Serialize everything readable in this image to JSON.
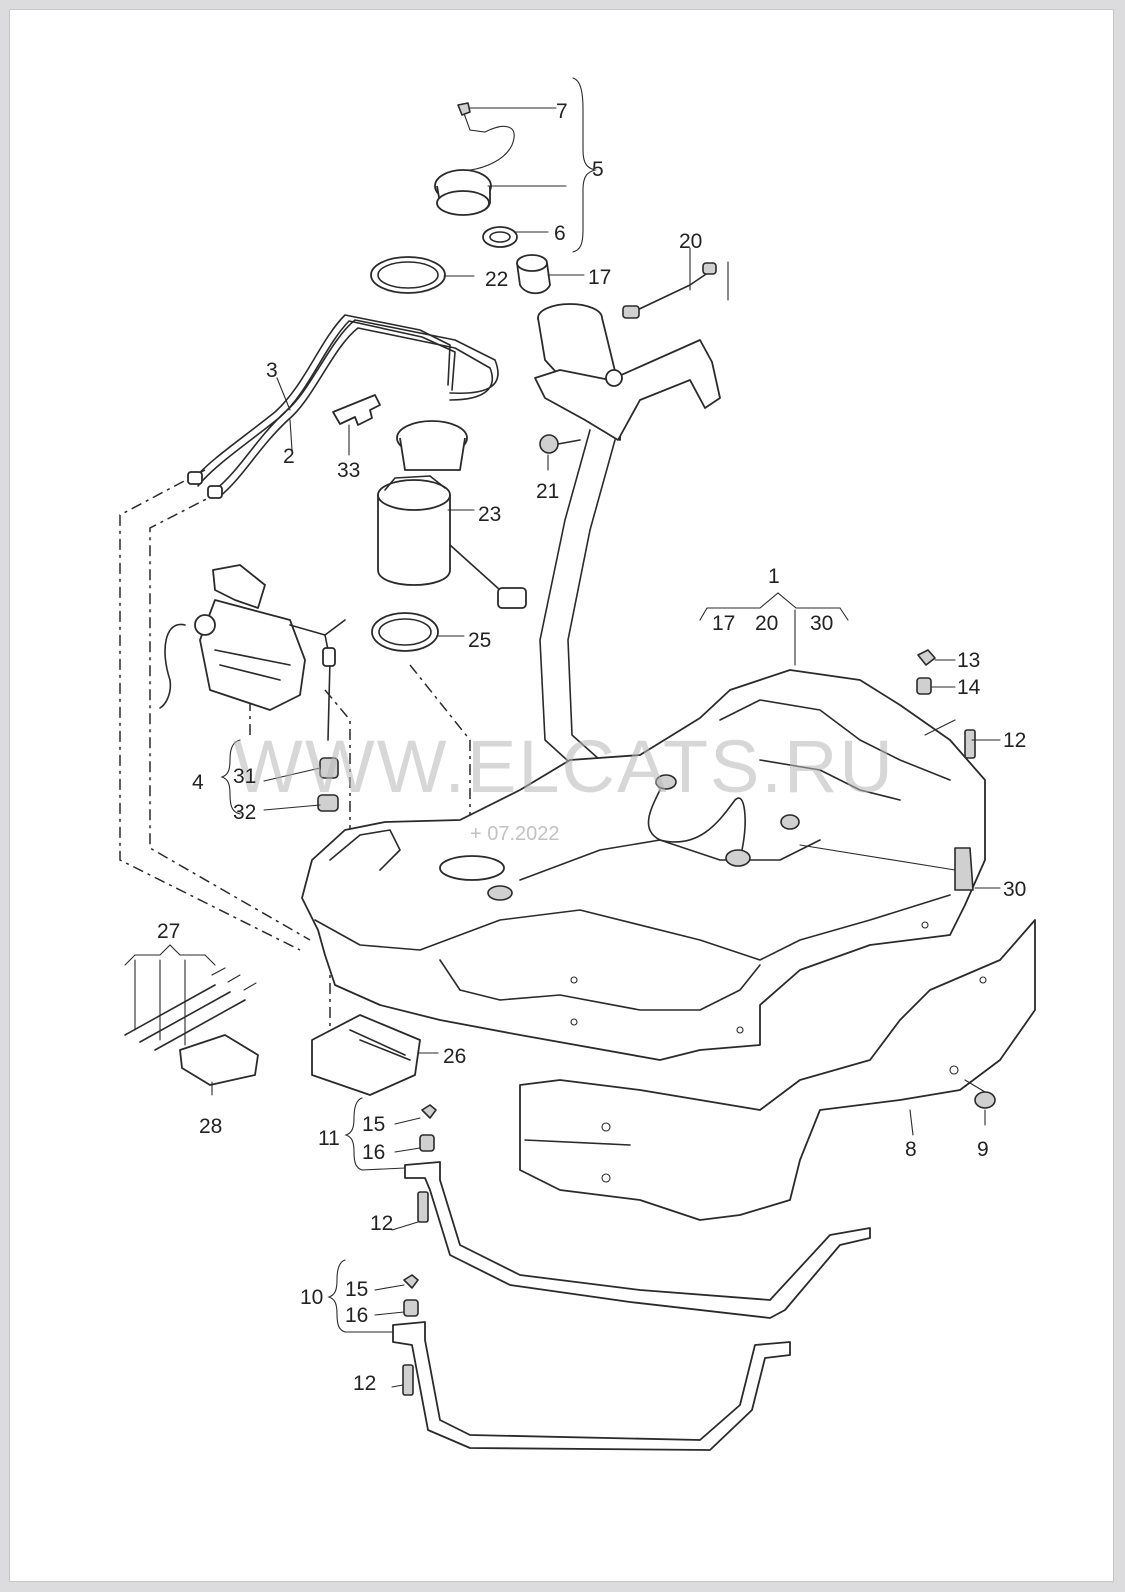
{
  "watermark": {
    "text": "WWW.ELCATS.RU",
    "stamp": "+ 07.2022"
  },
  "labels": {
    "l1": "1",
    "l17a": "17",
    "l20a": "20",
    "l30a": "30",
    "l2": "2",
    "l3": "3",
    "l4": "4",
    "l5": "5",
    "l6": "6",
    "l7": "7",
    "l8": "8",
    "l9": "9",
    "l10": "10",
    "l11": "11",
    "l12a": "12",
    "l12b": "12",
    "l12c": "12",
    "l13": "13",
    "l14": "14",
    "l15a": "15",
    "l15b": "15",
    "l16a": "16",
    "l16b": "16",
    "l17b": "17",
    "l20b": "20",
    "l21": "21",
    "l22": "22",
    "l23": "23",
    "l25": "25",
    "l26": "26",
    "l27": "27",
    "l28": "28",
    "l30b": "30",
    "l31": "31",
    "l32": "32",
    "l33": "33"
  }
}
